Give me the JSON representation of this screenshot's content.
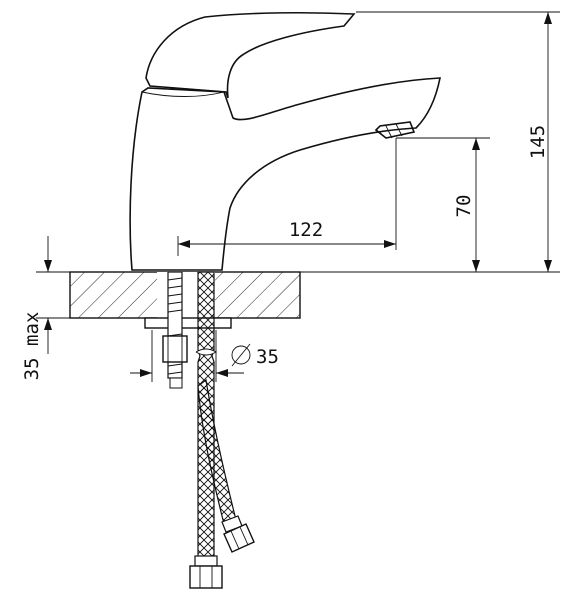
{
  "dimensions": {
    "height_total": "145",
    "spout_height": "70",
    "spout_reach": "122",
    "max_thickness": "35 max",
    "hole_diameter_symbol": "∅",
    "hole_diameter": "35"
  }
}
